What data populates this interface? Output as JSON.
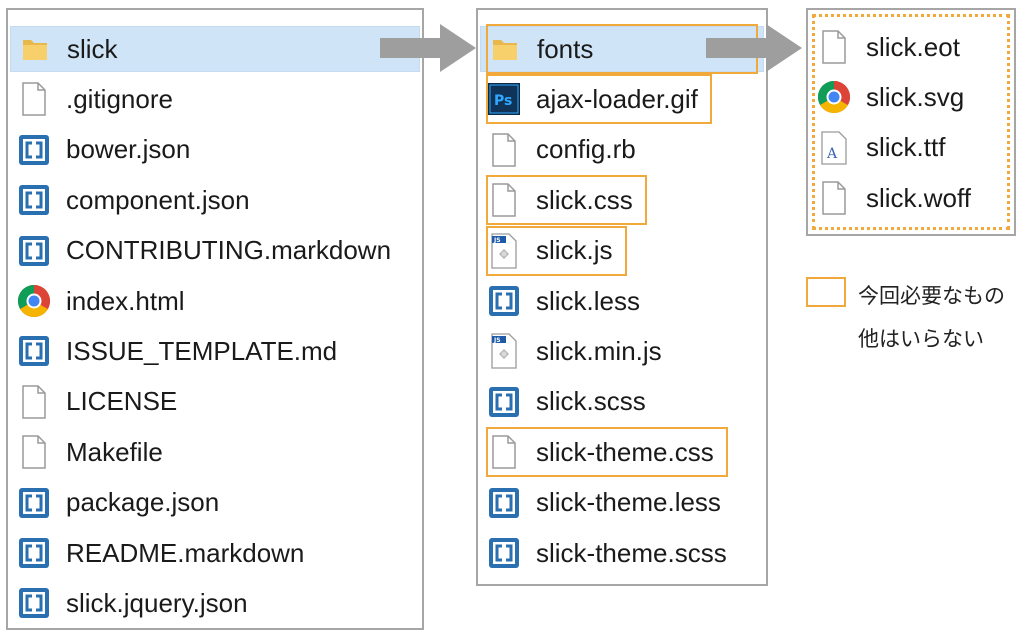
{
  "colors": {
    "highlight": "#f2a93b",
    "selection": "#cfe4f7",
    "arrow": "#9e9e9e",
    "panel_border": "#a6a6a6"
  },
  "left_panel": {
    "items": [
      {
        "label": "slick",
        "icon": "folder-icon",
        "selected": true
      },
      {
        "label": ".gitignore",
        "icon": "file-icon"
      },
      {
        "label": "bower.json",
        "icon": "brackets-icon"
      },
      {
        "label": "component.json",
        "icon": "brackets-icon"
      },
      {
        "label": "CONTRIBUTING.markdown",
        "icon": "brackets-icon"
      },
      {
        "label": "index.html",
        "icon": "chrome-icon"
      },
      {
        "label": "ISSUE_TEMPLATE.md",
        "icon": "brackets-icon"
      },
      {
        "label": "LICENSE",
        "icon": "file-icon"
      },
      {
        "label": "Makefile",
        "icon": "file-icon"
      },
      {
        "label": "package.json",
        "icon": "brackets-icon"
      },
      {
        "label": "README.markdown",
        "icon": "brackets-icon"
      },
      {
        "label": "slick.jquery.json",
        "icon": "brackets-icon"
      }
    ]
  },
  "middle_panel": {
    "items": [
      {
        "label": "fonts",
        "icon": "folder-icon",
        "selected": true,
        "needed": true
      },
      {
        "label": "ajax-loader.gif",
        "icon": "photoshop-icon",
        "needed": true
      },
      {
        "label": "config.rb",
        "icon": "file-icon"
      },
      {
        "label": "slick.css",
        "icon": "file-icon",
        "needed": true
      },
      {
        "label": "slick.js",
        "icon": "js-file-icon",
        "needed": true
      },
      {
        "label": "slick.less",
        "icon": "brackets-icon"
      },
      {
        "label": "slick.min.js",
        "icon": "js-file-icon"
      },
      {
        "label": "slick.scss",
        "icon": "brackets-icon"
      },
      {
        "label": "slick-theme.css",
        "icon": "file-icon",
        "needed": true
      },
      {
        "label": "slick-theme.less",
        "icon": "brackets-icon"
      },
      {
        "label": "slick-theme.scss",
        "icon": "brackets-icon"
      }
    ]
  },
  "right_panel": {
    "items": [
      {
        "label": "slick.eot",
        "icon": "file-icon"
      },
      {
        "label": "slick.svg",
        "icon": "chrome-icon"
      },
      {
        "label": "slick.ttf",
        "icon": "font-file-icon"
      },
      {
        "label": "slick.woff",
        "icon": "file-icon"
      }
    ]
  },
  "legend": {
    "line1": "今回必要なもの",
    "line2": "他はいらない"
  }
}
